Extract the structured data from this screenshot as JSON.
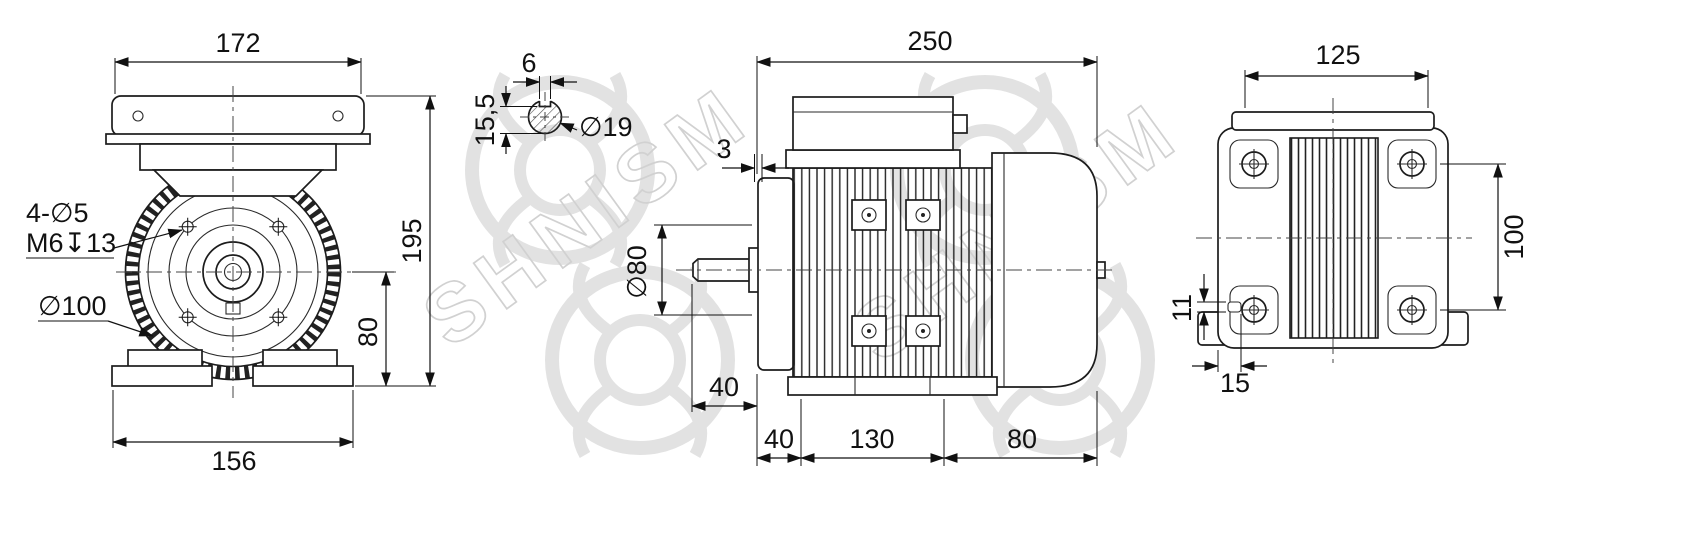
{
  "watermark": {
    "text": "SHNISM"
  },
  "front_view": {
    "dim_width_top": "172",
    "dim_total_height": "195",
    "dim_center_height": "80",
    "dim_foot_width": "156",
    "label_holes": "4-∅5",
    "label_thread": "M6↧13",
    "label_pilot": "∅100"
  },
  "shaft_section": {
    "dim_key_width": "6",
    "dim_key_height": "15,5",
    "label_shaft_diameter": "∅19"
  },
  "side_view": {
    "dim_total_length": "250",
    "dim_gap": "3",
    "dim_diameter": "∅80",
    "dim_shaft_length": "40",
    "dim_foot_offset": "40",
    "dim_foot_span": "130",
    "dim_rear_length": "80"
  },
  "rear_view": {
    "dim_top_width": "125",
    "dim_hole_span": "100",
    "dim_slot_height": "11",
    "dim_slot_offset": "15"
  }
}
